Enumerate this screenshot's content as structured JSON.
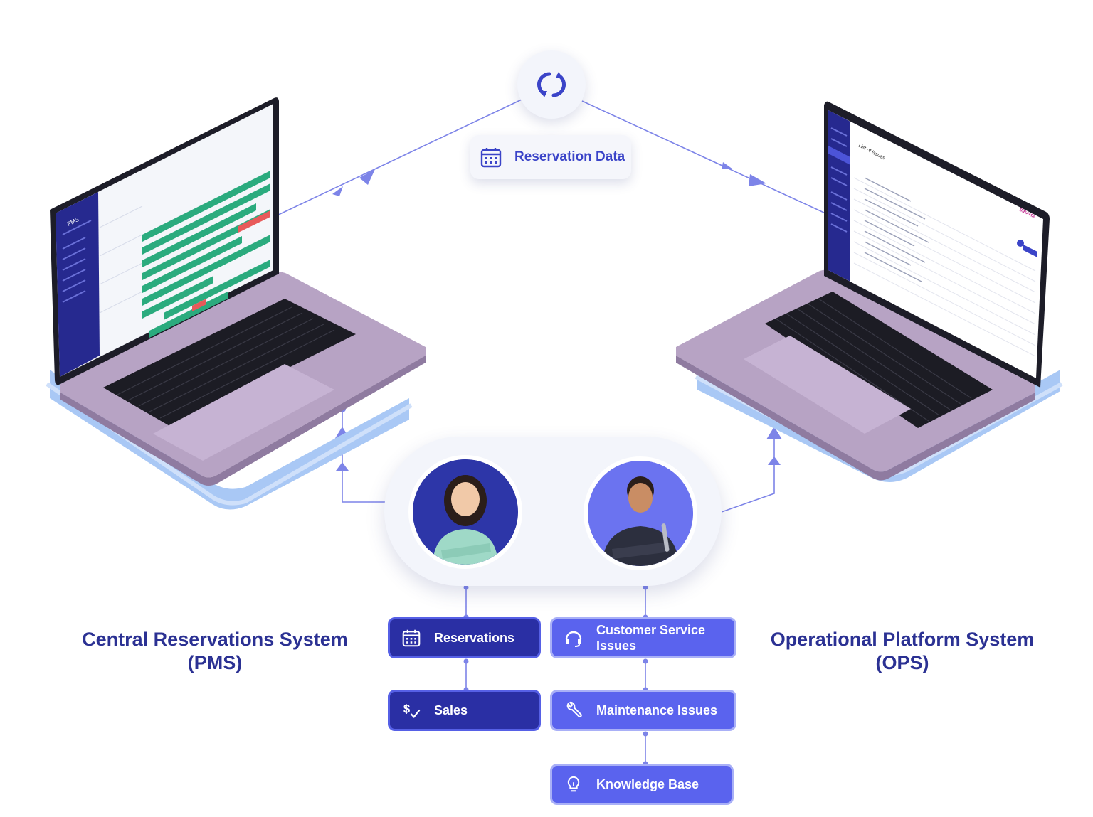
{
  "center": {
    "sync_icon": "sync-arrows-icon",
    "data_label": "Reservation Data",
    "data_icon": "calendar-icon"
  },
  "left_system": {
    "label_line1": "Central Reservations System",
    "label_line2": "(PMS)",
    "screen_brand": "PMS"
  },
  "right_system": {
    "label_line1": "Operational Platform System",
    "label_line2": "(OPS)",
    "screen_title": "List of Issues",
    "screen_brand": "BIRAMA"
  },
  "left_boxes": [
    {
      "label": "Reservations",
      "icon": "calendar-icon"
    },
    {
      "label": "Sales",
      "icon": "dollar-check-icon"
    }
  ],
  "right_boxes": [
    {
      "label_line1": "Customer Service",
      "label_line2": "Issues",
      "icon": "headset-icon"
    },
    {
      "label": "Maintenance Issues",
      "icon": "wrench-icon"
    },
    {
      "label": "Knowledge Base",
      "icon": "lightbulb-icon"
    }
  ],
  "colors": {
    "primary_dark": "#2a2fa4",
    "primary_light": "#5a63ee",
    "connector": "#7d84e8",
    "pms_green": "#2bab7e",
    "laptop_body": "#b7a3c4",
    "platform_blue": "#a9c8f5"
  }
}
